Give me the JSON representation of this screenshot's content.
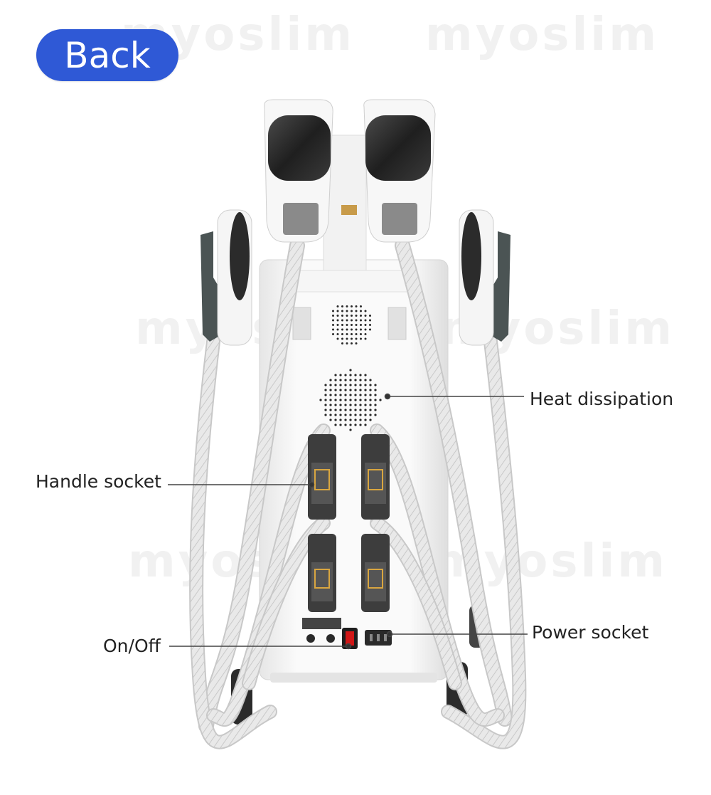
{
  "header": {
    "back_label": "Back",
    "back_color": "#2f59d6"
  },
  "watermark": {
    "text": "myoslim"
  },
  "callouts": {
    "heat_dissipation": "Heat dissipation",
    "handle_socket": "Handle socket",
    "on_off": "On/Off",
    "power_socket": "Power socket"
  },
  "icons": {
    "back": "back-button",
    "speaker": "speaker-grille-icon",
    "fan": "fan-grille-icon",
    "switch": "power-switch-icon",
    "socket": "power-socket-icon"
  }
}
